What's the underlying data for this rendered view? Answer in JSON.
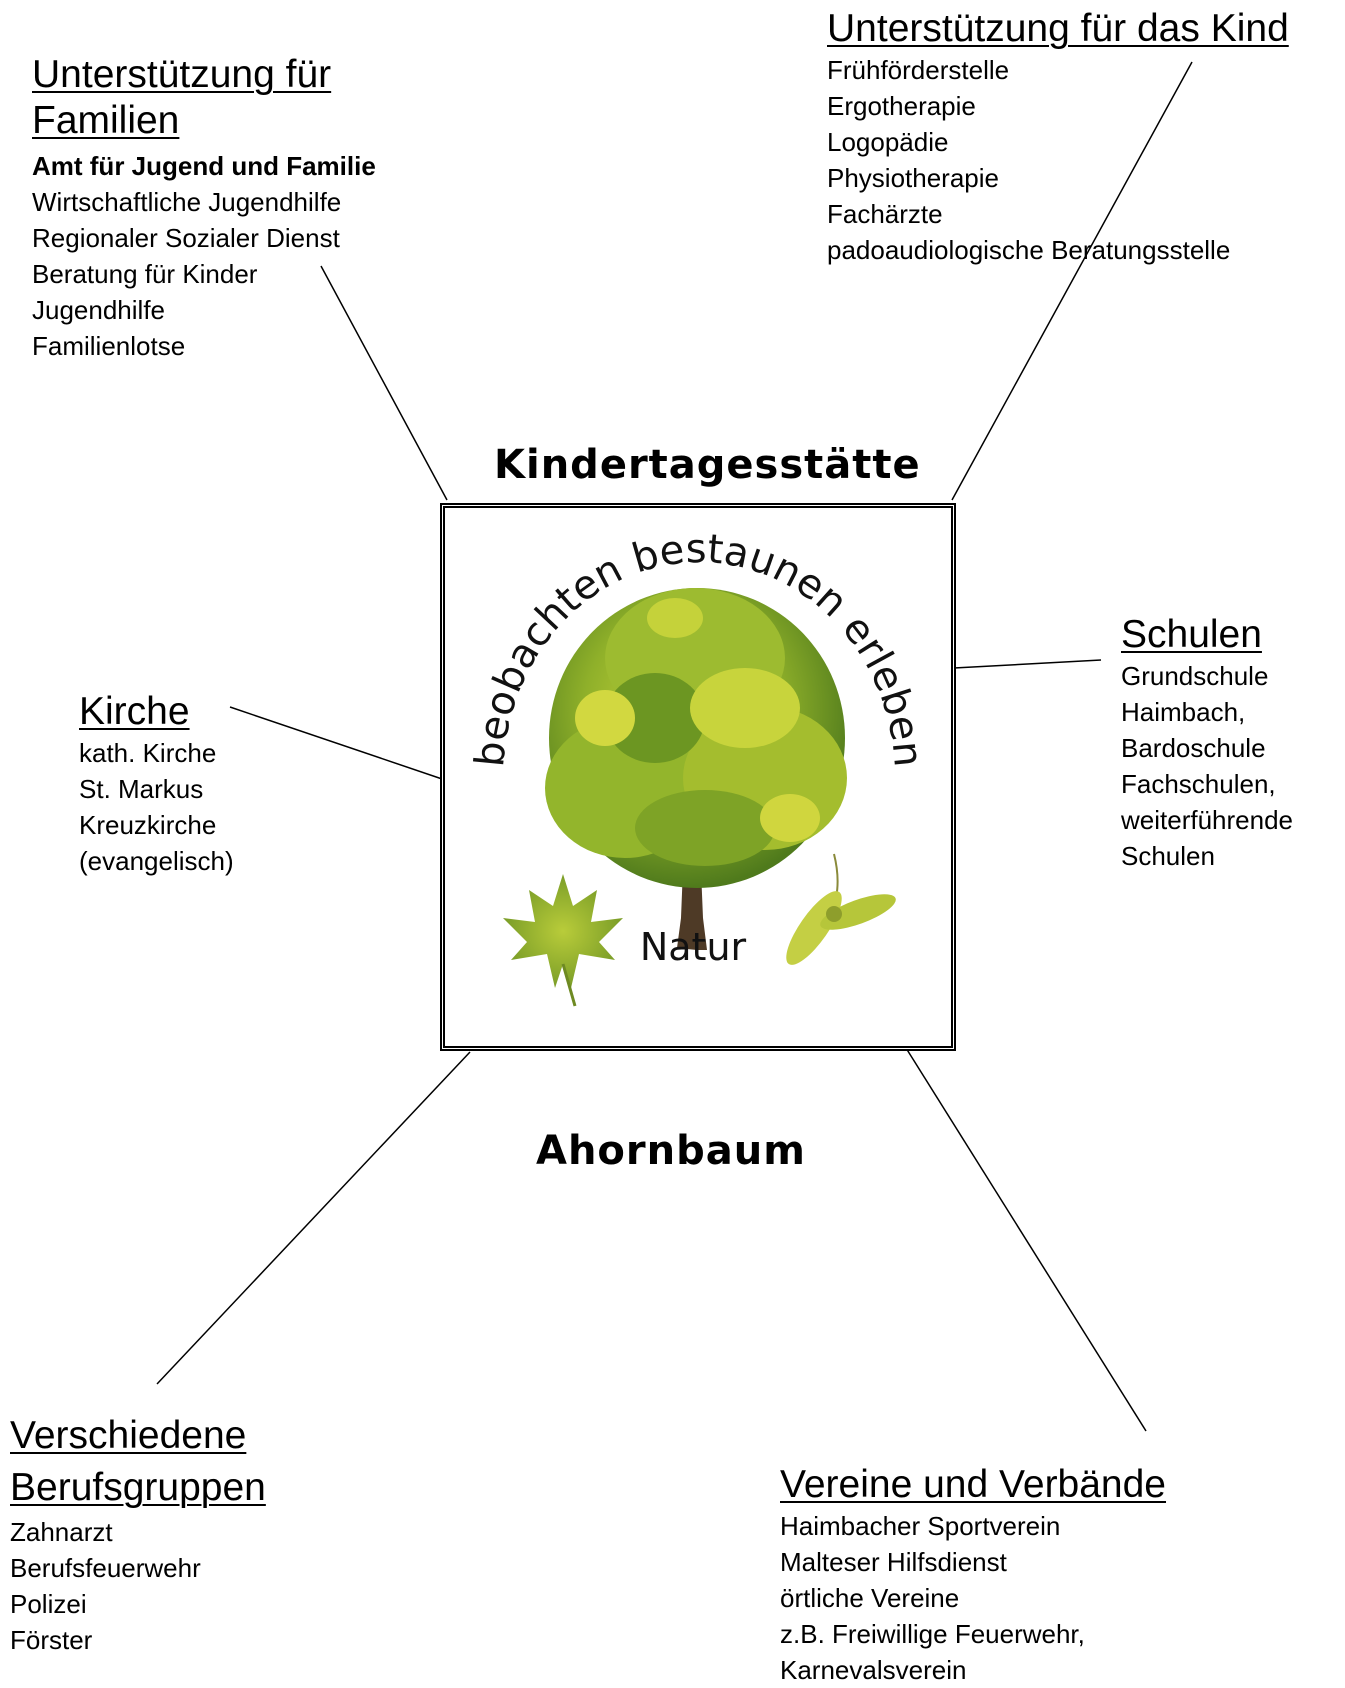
{
  "center": {
    "title_top": "Kindertagesstätte",
    "title_bottom": "Ahornbaum",
    "logo": {
      "arc_text": "beobachten bestaunen erleben",
      "nature_label": "Natur"
    }
  },
  "families": {
    "heading": "Unterstützung für Familien",
    "items": [
      {
        "text": "Amt für Jugend und Familie",
        "bold": true
      },
      {
        "text": "Wirtschaftliche Jugendhilfe"
      },
      {
        "text": "Regionaler Sozialer Dienst"
      },
      {
        "text": "Beratung für Kinder"
      },
      {
        "text": "Jugendhilfe"
      },
      {
        "text": "Familienlotse"
      }
    ]
  },
  "child_support": {
    "heading": "Unterstützung für das Kind",
    "items": [
      {
        "text": "Frühförderstelle"
      },
      {
        "text": "Ergotherapie"
      },
      {
        "text": "Logopädie"
      },
      {
        "text": "Physiotherapie"
      },
      {
        "text": "Fachärzte"
      },
      {
        "text": "padoaudiologische Beratungsstelle"
      }
    ]
  },
  "church": {
    "heading": "Kirche",
    "items": [
      {
        "text": "kath. Kirche"
      },
      {
        "text": "St. Markus"
      },
      {
        "text": "Kreuzkirche"
      },
      {
        "text": "(evangelisch)"
      }
    ]
  },
  "schools": {
    "heading": "Schulen",
    "items": [
      {
        "text": "Grundschule"
      },
      {
        "text": "Haimbach,"
      },
      {
        "text": "Bardoschule"
      },
      {
        "text": "Fachschulen,"
      },
      {
        "text": "weiterführende"
      },
      {
        "text": "Schulen"
      }
    ]
  },
  "professions": {
    "heading": "Verschiedene Berufsgruppen",
    "items": [
      {
        "text": "Zahnarzt"
      },
      {
        "text": "Berufsfeuerwehr"
      },
      {
        "text": "Polizei"
      },
      {
        "text": "Förster"
      }
    ]
  },
  "clubs": {
    "heading": "Vereine und Verbände",
    "items": [
      {
        "text": "Haimbacher Sportverein"
      },
      {
        "text": "Malteser Hilfsdienst"
      },
      {
        "text": "örtliche Vereine"
      },
      {
        "text": "z.B. Freiwillige Feuerwehr,"
      },
      {
        "text": "Karnevalsverein"
      }
    ]
  }
}
